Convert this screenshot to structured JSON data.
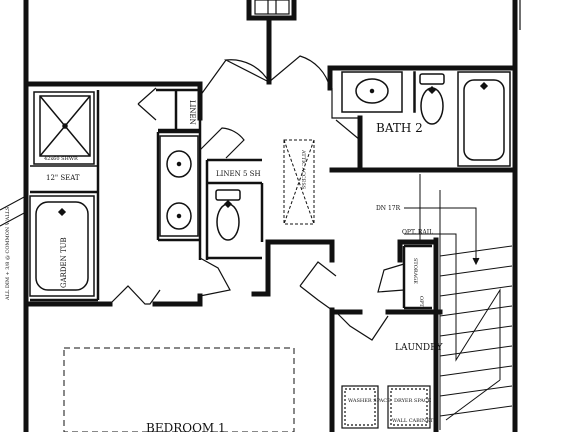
{
  "rooms": {
    "bath2": "BATH 2",
    "laundry": "LAUNDRY",
    "bedroom1": "BEDROOM 1"
  },
  "fixtures": {
    "linen_a": "LINEN",
    "linen_b": "LINEN 5 SH",
    "shower": "42x60 SHWR",
    "seat": "12\" SEAT",
    "garden_tub": "GARDEN TUB",
    "attic": "ATTIC ACCESS",
    "washer": "WASHER SPACE",
    "dryer": "DRYER SPACE",
    "wall_cabinet": "WALL CABINET",
    "storage": "STORAGE",
    "opt": "OPT."
  },
  "stairs": {
    "dn": "DN 17R",
    "rail": "OPT. RAIL"
  },
  "side_note": "ALL DIM + 3/8 @ COMMON WALLS"
}
